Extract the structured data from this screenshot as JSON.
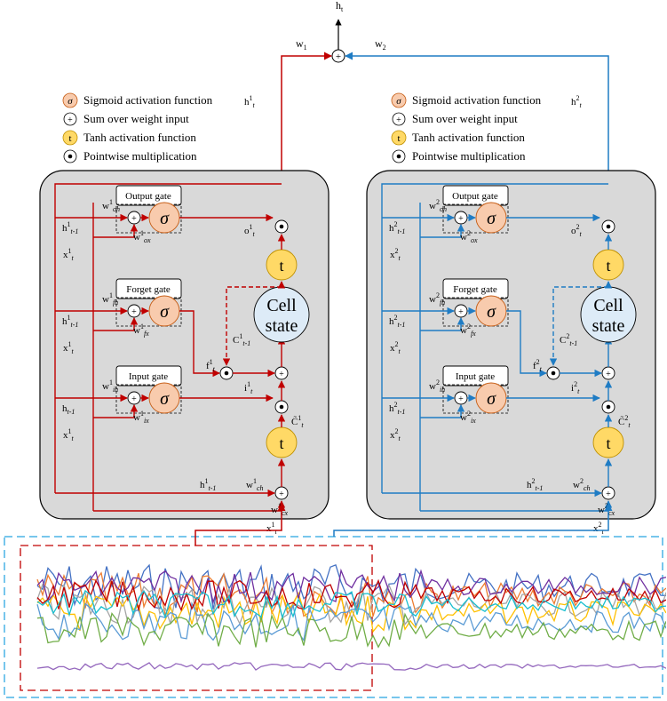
{
  "output": {
    "h": "h",
    "t": "t",
    "w1": "w",
    "w1_sub": "1",
    "w2": "w",
    "w2_sub": "2"
  },
  "legend": {
    "sigmoid": "Sigmoid activation function",
    "sum": "Sum over weight input",
    "tanh": "Tanh activation function",
    "pointwise": "Pointwise multiplication",
    "sigma_glyph": "σ",
    "plus_glyph": "+",
    "t_glyph": "t",
    "dot_glyph": "•"
  },
  "cell": {
    "output_gate": "Output gate",
    "forget_gate": "Forget gate",
    "input_gate": "Input gate",
    "cell_line1": "Cell",
    "cell_line2": "state",
    "tanh": "t",
    "sigma": "σ"
  },
  "labels": {
    "lstm1": {
      "h_out": "h",
      "h_out_sup": "1",
      "h_out_sub": "t",
      "w_oh": "w",
      "w_oh_sup": "1",
      "w_oh_sub": "oh",
      "w_ox": "w",
      "w_ox_sup": "1",
      "w_ox_sub": "ox",
      "h_prev_a": "h",
      "h_prev_a_sup": "1",
      "h_prev_a_sub": "t-1",
      "x_a": "x",
      "x_a_sup": "1",
      "x_a_sub": "t",
      "o": "o",
      "o_sup": "1",
      "o_sub": "t",
      "w_fh": "w",
      "w_fh_sup": "1",
      "w_fh_sub": "fh",
      "h_prev_b": "h",
      "h_prev_b_sup": "1",
      "h_prev_b_sub": "t-1",
      "w_fx": "w",
      "w_fx_sup": "1",
      "w_fx_sub": "fx",
      "x_b": "x",
      "x_b_sup": "1",
      "x_b_sub": "t",
      "c_prev": "C",
      "c_prev_sup": "1",
      "c_prev_sub": "t-1",
      "f": "f",
      "f_sup": "1",
      "f_sub": "t",
      "w_ih": "w",
      "w_ih_sup": "1",
      "w_ih_sub": "ih",
      "h_prev_c": "h",
      "h_prev_c_sub": "t-1",
      "i": "i",
      "i_sup": "1",
      "i_sub": "t",
      "w_ix": "w",
      "w_ix_sup": "1",
      "w_ix_sub": "ix",
      "c_tilde": "C̃",
      "c_tilde_sup": "1",
      "c_tilde_sub": "t",
      "x_c": "x",
      "x_c_sup": "1",
      "x_c_sub": "t",
      "h_prev_d": "h",
      "h_prev_d_sup": "1",
      "h_prev_d_sub": "t-1",
      "w_ch": "w",
      "w_ch_sup": "1",
      "w_ch_sub": "ch",
      "w_cx": "w",
      "w_cx_sup": "1",
      "w_cx_sub": "cx",
      "x_in": "x",
      "x_in_sup": "1",
      "x_in_sub": "t"
    },
    "lstm2": {
      "h_out": "h",
      "h_out_sup": "2",
      "h_out_sub": "t",
      "w_oh": "w",
      "w_oh_sup": "2",
      "w_oh_sub": "oh",
      "w_ox": "w",
      "w_ox_sup": "2",
      "w_ox_sub": "ox",
      "h_prev_a": "h",
      "h_prev_a_sup": "2",
      "h_prev_a_sub": "t-1",
      "x_a": "x",
      "x_a_sup": "2",
      "x_a_sub": "t",
      "o": "o",
      "o_sup": "2",
      "o_sub": "t",
      "w_fh": "w",
      "w_fh_sup": "2",
      "w_fh_sub": "fh",
      "h_prev_b": "h",
      "h_prev_b_sup": "2",
      "h_prev_b_sub": "t-1",
      "w_fx": "w",
      "w_fx_sup": "2",
      "w_fx_sub": "fx",
      "x_b": "x",
      "x_b_sup": "2",
      "x_b_sub": "t",
      "c_prev": "C",
      "c_prev_sup": "2",
      "c_prev_sub": "t-1",
      "f": "f",
      "f_sup": "2",
      "f_sub": "t",
      "w_ih": "w",
      "w_ih_sup": "2",
      "w_ih_sub": "ih",
      "h_prev_c": "h",
      "h_prev_c_sup": "2",
      "h_prev_c_sub": "t-1",
      "i": "i",
      "i_sup": "2",
      "i_sub": "t",
      "w_ix": "w",
      "w_ix_sup": "2",
      "w_ix_sub": "ix",
      "c_tilde": "C̃",
      "c_tilde_sup": "2",
      "c_tilde_sub": "t",
      "x_c": "x",
      "x_c_sup": "2",
      "x_c_sub": "t",
      "h_prev_d": "h",
      "h_prev_d_sup": "2",
      "h_prev_d_sub": "t-1",
      "w_ch": "w",
      "w_ch_sup": "2",
      "w_ch_sub": "ch",
      "w_cx": "w",
      "w_cx_sup": "2",
      "w_cx_sub": "cx",
      "x_in": "x",
      "x_in_sup": "2",
      "x_in_sub": "t"
    }
  },
  "colors": {
    "lstm1_line": "#c00000",
    "lstm2_line": "#1f7cc4",
    "panel_fill": "#d9d9d9",
    "sigma_fill": "#f8cbad",
    "tanh_fill": "#ffd966",
    "cell_fill": "#ddebf7"
  },
  "signal_colors": [
    "#4472c4",
    "#ed7d31",
    "#a5a5a5",
    "#ffc000",
    "#5b9bd5",
    "#70ad47",
    "#7030a0",
    "#c00000",
    "#17becf",
    "#9467bd",
    "#e377c2",
    "#2ca02c"
  ]
}
